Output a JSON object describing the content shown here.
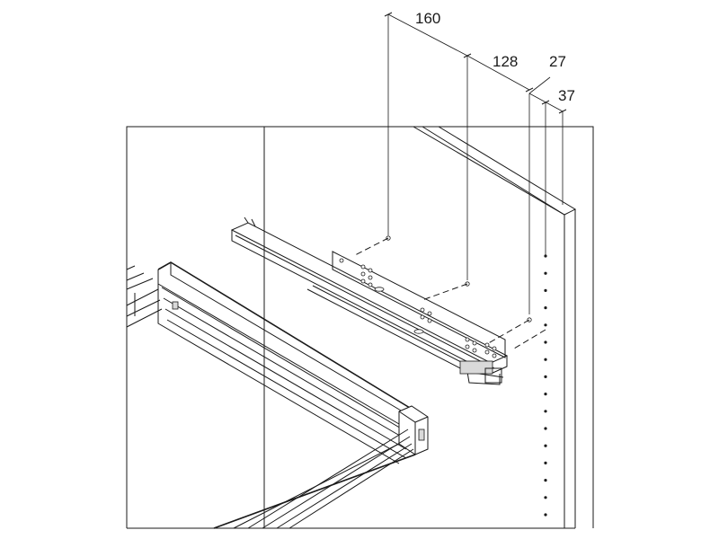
{
  "dimensions": {
    "d160": "160",
    "d128": "128",
    "d27": "27",
    "d37": "37"
  },
  "colors": {
    "line": "#1a1a1a",
    "background": "#ffffff",
    "shade": "#d9d9d9"
  }
}
